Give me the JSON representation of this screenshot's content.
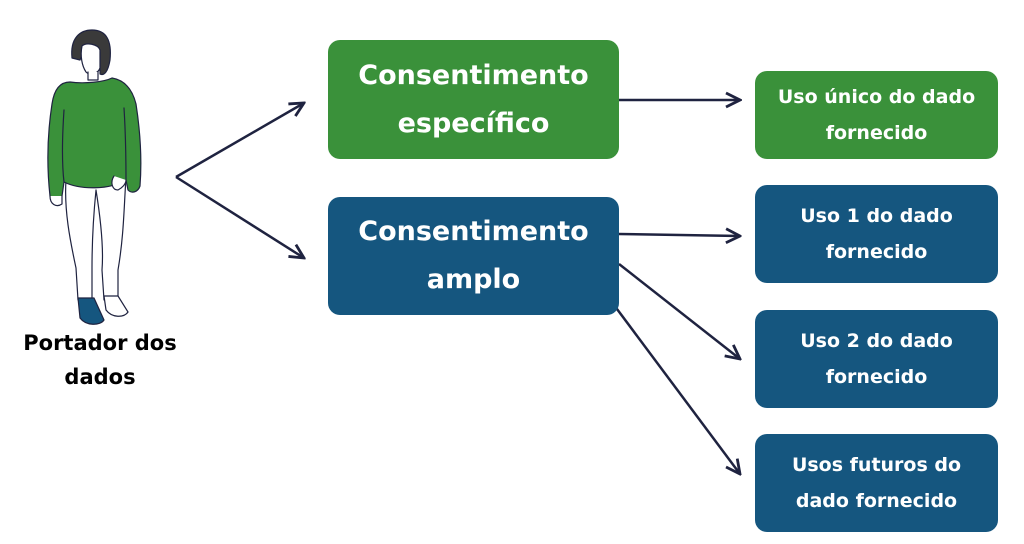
{
  "colors": {
    "green": "#3a913a",
    "blue": "#15567f",
    "arrow": "#1f2340",
    "text_on_box": "#ffffff",
    "label": "#000000"
  },
  "person": {
    "label_line1": "Portador dos",
    "label_line2": "dados",
    "illustration": "woman-figure-green-sweater"
  },
  "consent": {
    "specific": {
      "line1": "Consentimento",
      "line2": "específico"
    },
    "broad": {
      "line1": "Consentimento",
      "line2": "amplo"
    }
  },
  "uses": {
    "single": {
      "line1": "Uso único do dado",
      "line2": "fornecido"
    },
    "use1": {
      "line1": "Uso 1 do dado",
      "line2": "fornecido"
    },
    "use2": {
      "line1": "Uso 2 do dado",
      "line2": "fornecido"
    },
    "future": {
      "line1": "Usos futuros do",
      "line2": "dado fornecido"
    }
  }
}
